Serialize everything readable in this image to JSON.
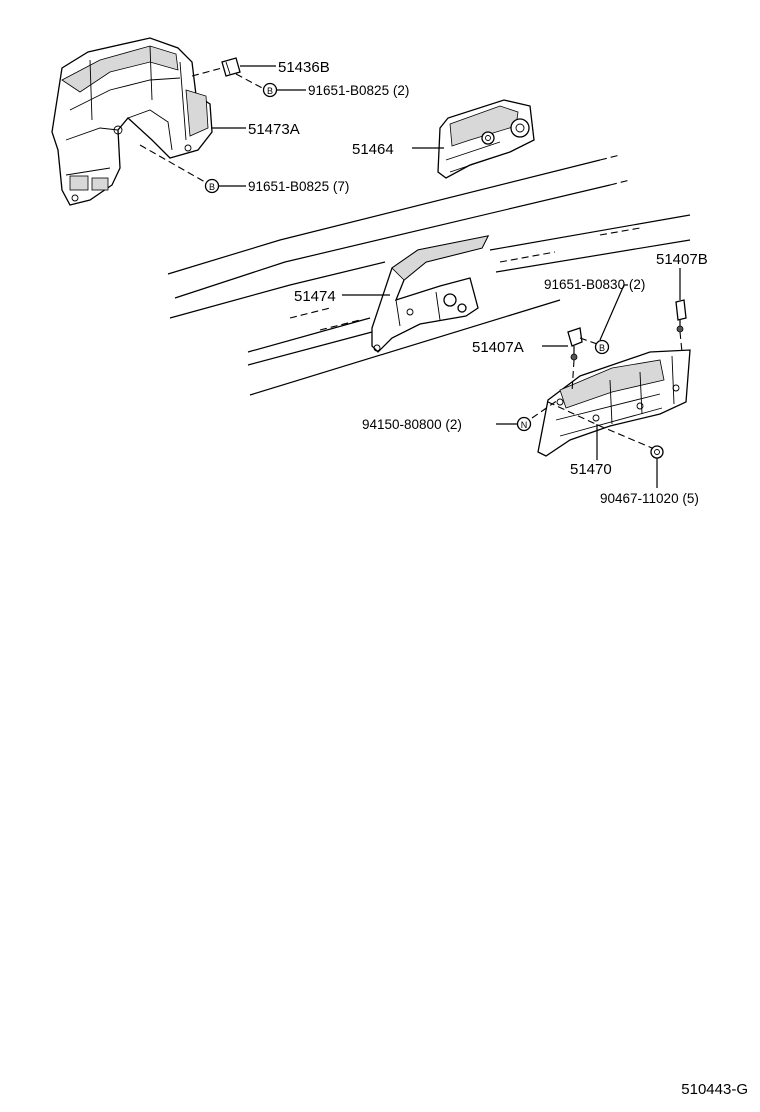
{
  "callouts": {
    "p51436B": "51436B",
    "p91651_B0825_2": "91651-B0825 (2)",
    "p51473A": "51473A",
    "p51464": "51464",
    "p91651_B0825_7": "91651-B0825 (7)",
    "p51407B": "51407B",
    "p51474": "51474",
    "p91651_B0830_2": "91651-B0830 (2)",
    "p51407A": "51407A",
    "p94150_80800_2": "94150-80800 (2)",
    "p51470": "51470",
    "p90467_11020_5": "90467-11020 (5)"
  },
  "symbols": {
    "bolt": "B",
    "nut": "N"
  },
  "footer": {
    "diagram_code": "510443-G"
  }
}
